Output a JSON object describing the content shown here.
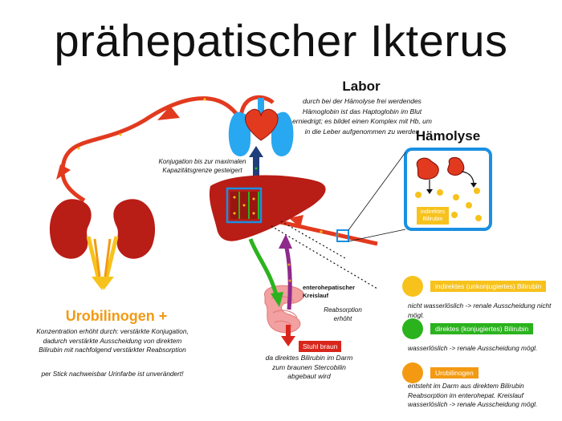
{
  "title": "prähepatischer Ikterus",
  "labor": {
    "title": "Labor",
    "text": "durch bei der Hämolyse frei werdendes Hämoglobin ist das Haptoglobin im Blut erniedrigt; es bildet einen Komplex mit Hb, um in die Leber aufgenommen zu werden"
  },
  "haemolyse": {
    "title": "Hämolyse",
    "box_label": "indirektes Bilirubin"
  },
  "konjugation": "Konjugation bis zur maximalen Kapazitätsgrenze gesteigert",
  "urobilinogen": {
    "title": "Urobilinogen +",
    "text": "Konzentration erhöht durch: verstärkte Konjugation, dadurch verstärkte Ausscheidung von direktem Bilirubin mit nachfolgend verstärkter Reabsorption",
    "text2": "per Stick nachweisbar Urinfarbe ist unverändert!"
  },
  "enterohepatisch": "enterohepatischer Kreislauf",
  "reabsorption": "Reabsorption erhöht",
  "stuhl": {
    "badge": "Stuhl braun",
    "text": "da direktes Bilirubin im Darm zum braunen Stercobilin abgebaut wird"
  },
  "legend": [
    {
      "color": "#f7c21c",
      "label": "indirektes (unkonjugiertes) Bilirubin",
      "text": "nicht wasserlöslich -> renale Ausscheidung nicht mögl."
    },
    {
      "color": "#2bb31e",
      "label": "direktes (konjugiertes) Bilirubin",
      "text": "wasserlöslich -> renale Ausscheidung mögl."
    },
    {
      "color": "#f39a12",
      "label": "Urobilinogen",
      "text": "entsteht im Darm aus direktem Bilirubin Reabsorption im enterohepat. Kreislauf wasserlöslich -> renale Ausscheidung mögl."
    }
  ],
  "colors": {
    "blood_red": "#e23a1f",
    "organ_red": "#b81d16",
    "blue": "#1a8fe3",
    "lung_blue": "#28a8f0",
    "yellow": "#f7c21c",
    "green": "#2bb31e",
    "orange": "#f39a12",
    "purple": "#8e2a8b",
    "navy": "#1f3e7a"
  }
}
